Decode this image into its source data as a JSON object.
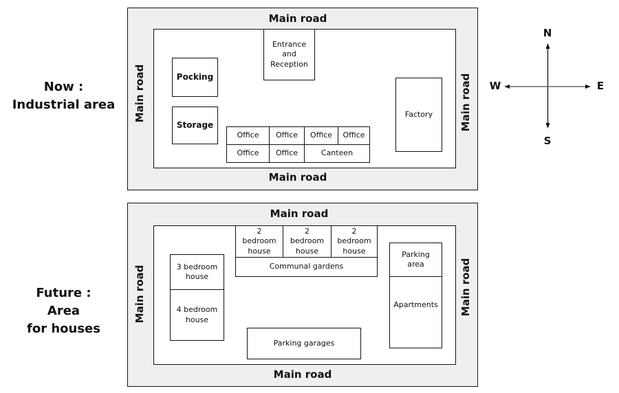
{
  "now": {
    "label_line1": "Now :",
    "label_line2": "Industrial area",
    "roads": {
      "top": "Main road",
      "bottom": "Main road",
      "left": "Main road",
      "right": "Main road"
    },
    "buildings": {
      "entrance": "Entrance and Reception",
      "packing": "Pocking",
      "storage": "Storage",
      "factory": "Factory",
      "offices": [
        "Office",
        "Office",
        "Office",
        "Office",
        "Office",
        "Office"
      ],
      "canteen": "Canteen"
    }
  },
  "future": {
    "label_line1": "Future :",
    "label_line2": "Area",
    "label_line3": "for houses",
    "roads": {
      "top": "Main road",
      "bottom": "Main road",
      "left": "Main road",
      "right": "Main road"
    },
    "buildings": {
      "two_bedroom": [
        "2 bedroom house",
        "2 bedroom house",
        "2 bedroom house"
      ],
      "communal_gardens": "Communal gardens",
      "three_bedroom": "3 bedroom house",
      "four_bedroom": "4 bedroom house",
      "parking_area": "Parking area",
      "apartments": "Apartments",
      "parking_garages": "Parking garages"
    }
  },
  "compass": {
    "north": "N",
    "south": "S",
    "east": "E",
    "west": "W"
  }
}
